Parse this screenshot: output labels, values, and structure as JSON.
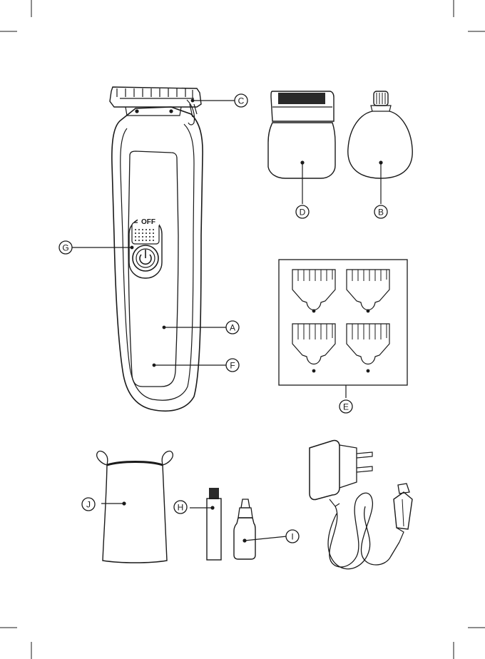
{
  "callouts": {
    "a": "A",
    "b": "B",
    "c": "C",
    "d": "D",
    "e": "E",
    "f": "F",
    "g": "G",
    "h": "H",
    "i": "I",
    "j": "J"
  },
  "switch_label": "OFF",
  "colors": {
    "line": "#1a1a1a",
    "dark_fill": "#2a2a2a",
    "background": "#ffffff"
  }
}
